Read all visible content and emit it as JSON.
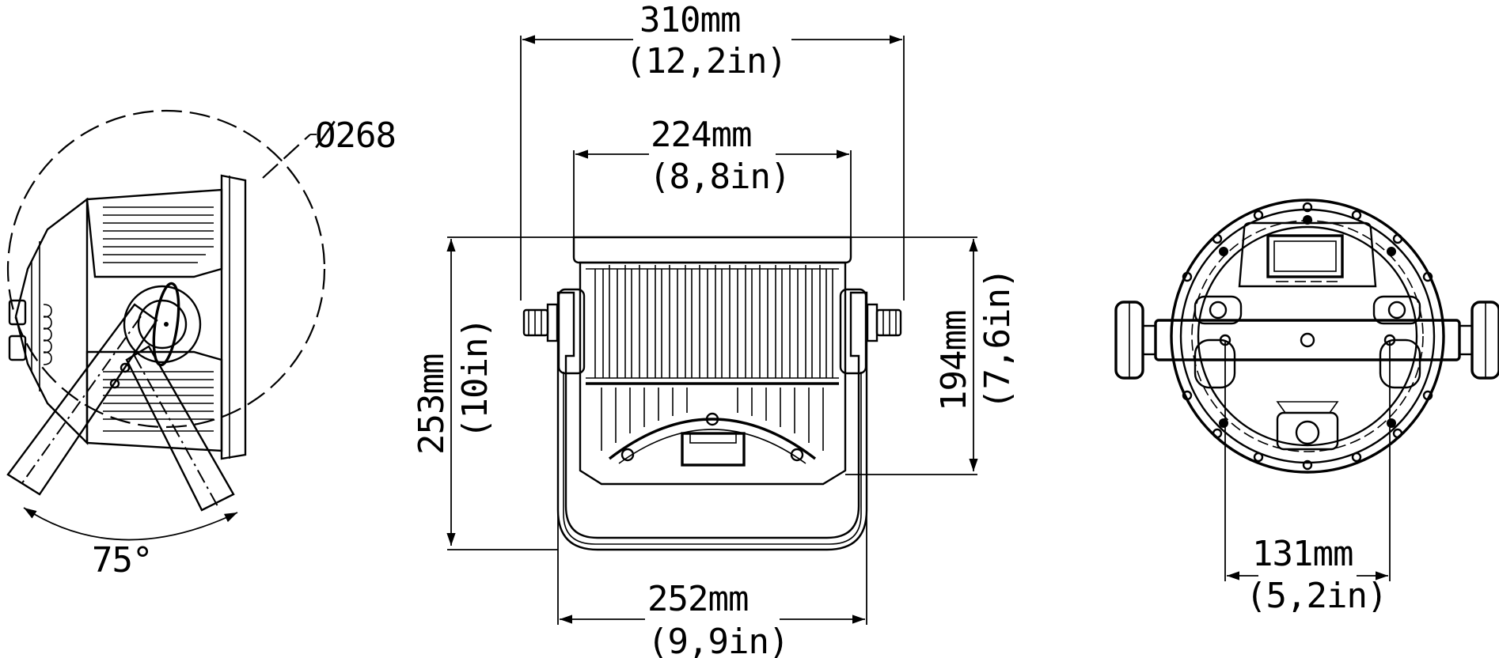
{
  "views": {
    "side": {
      "diameter_label": "Ø268",
      "tilt_angle_label": "75°"
    },
    "front": {
      "overall_width": {
        "mm": "310mm",
        "in": "(12,2in)"
      },
      "body_width": {
        "mm": "224mm",
        "in": "(8,8in)"
      },
      "total_height": {
        "mm": "253mm",
        "in": "(10in)"
      },
      "body_height": {
        "mm": "194mm",
        "in": "(7,6in)"
      },
      "bracket_width": {
        "mm": "252mm",
        "in": "(9,9in)"
      }
    },
    "rear": {
      "hole_spacing": {
        "mm": "131mm",
        "in": "(5,2in)"
      }
    }
  },
  "colors": {
    "line": "#000000",
    "background": "#ffffff"
  }
}
